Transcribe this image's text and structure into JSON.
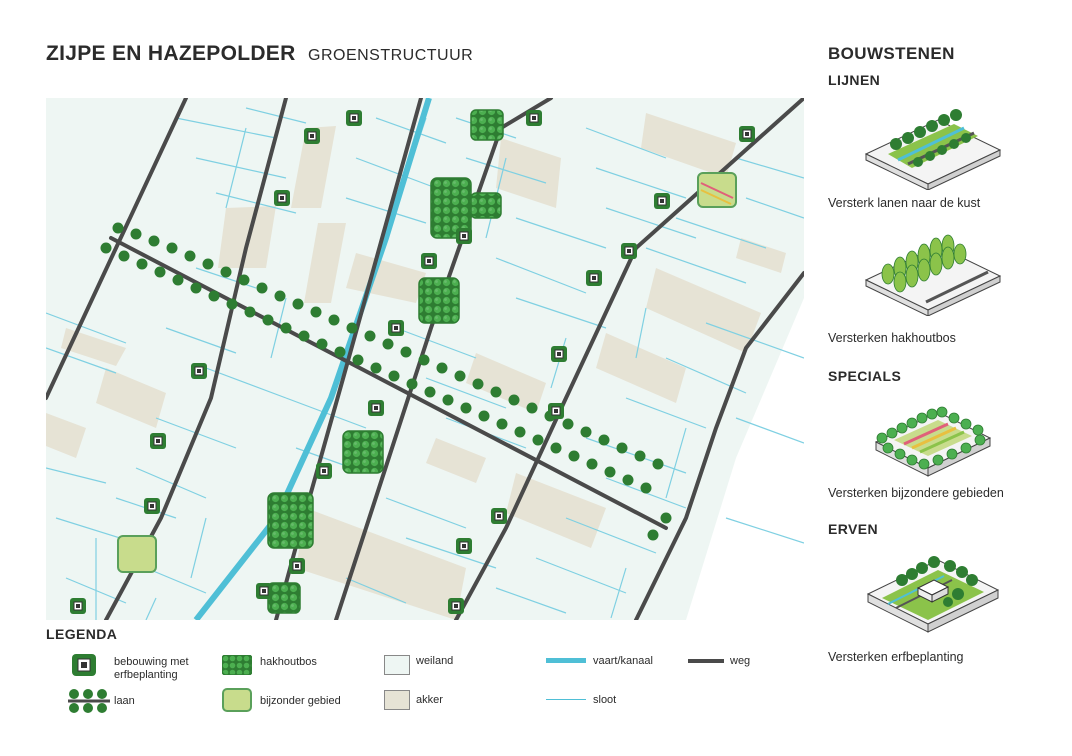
{
  "header": {
    "title": "ZIJPE EN HAZEPOLDER",
    "subtitle": "GROENSTRUCTUUR"
  },
  "legend": {
    "heading": "LEGENDA",
    "items": [
      {
        "label": "bebouwing met erfbeplanting",
        "icon": "farmyard-icon"
      },
      {
        "label": "laan",
        "icon": "tree-row-icon"
      },
      {
        "label": "hakhoutbos",
        "icon": "coppice-icon"
      },
      {
        "label": "bijzonder gebied",
        "icon": "special-area-icon"
      },
      {
        "label": "weiland",
        "icon": "meadow-swatch"
      },
      {
        "label": "akker",
        "icon": "field-swatch"
      },
      {
        "label": "vaart/kanaal",
        "icon": "canal-line"
      },
      {
        "label": "sloot",
        "icon": "ditch-line"
      },
      {
        "label": "weg",
        "icon": "road-line"
      }
    ]
  },
  "sidebar": {
    "heading": "BOUWSTENEN",
    "sections": [
      {
        "heading": "LIJNEN",
        "items": [
          {
            "caption": "Versterk lanen naar de kust",
            "icon": "lane-block-icon"
          },
          {
            "caption": "Versterken hakhoutbos",
            "icon": "coppice-block-icon"
          }
        ]
      },
      {
        "heading": "SPECIALS",
        "items": [
          {
            "caption": "Versterken bijzondere gebieden",
            "icon": "special-block-icon"
          }
        ]
      },
      {
        "heading": "ERVEN",
        "items": [
          {
            "caption": "Versterken erfbeplanting",
            "icon": "farmyard-block-icon"
          }
        ]
      }
    ]
  },
  "colors": {
    "meadow": "#eef6f3",
    "field": "#e6e3d5",
    "canal": "#4fbfd6",
    "ditch": "#7fd0e2",
    "road": "#4a4a4a",
    "tree": "#2e7d32",
    "tree_light": "#4caf50",
    "special": "#c8dc8c"
  }
}
